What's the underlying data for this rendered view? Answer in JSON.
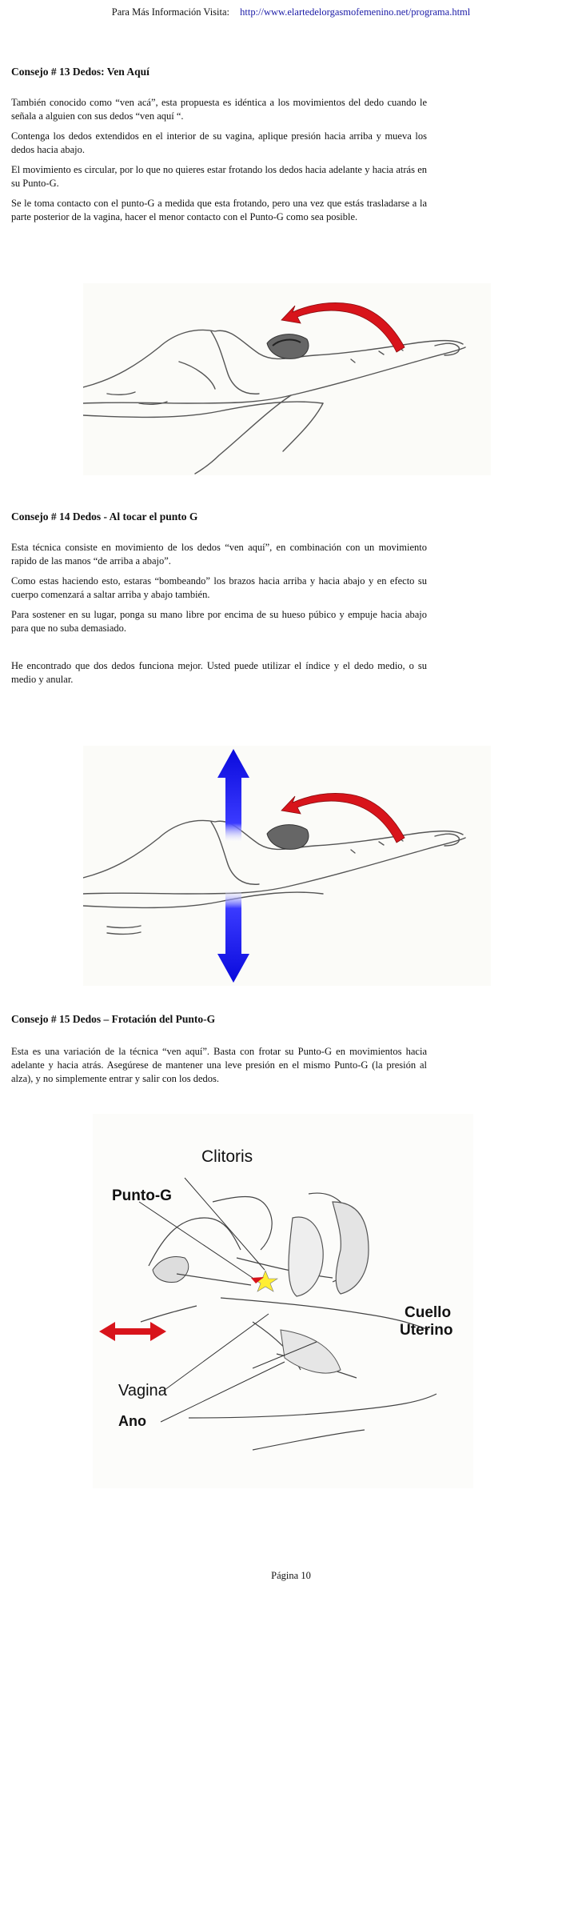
{
  "header": {
    "label": "Para Más Información Visita:",
    "url": "http://www.elartedelorgasmofemenino.net/programa.html"
  },
  "sections": [
    {
      "title": "Consejo # 13  Dedos: Ven Aquí",
      "paragraphs": [
        "También conocido como “ven acá”, esta propuesta es idéntica a los movimientos del dedo cuando le señala a alguien con sus dedos “ven aquí “.",
        "Contenga  los  dedos extendidos en  el  interior de  su vagina,  aplique presión hacia  arriba y mueva los dedos hacia abajo.",
        "El movimiento es circular, por  lo que no quieres estar frotando los  dedos  hacia  adelante y hacia atrás en su Punto-G.",
        "Se le  toma contacto con el  punto-G a  medida  que esta  frotando,  pero  una  vez  que estás trasladarse  a la parte posterior de  la vagina, hacer el  menor  contacto con el  Punto-G como sea posible."
      ]
    },
    {
      "title": "Consejo # 14 Dedos - Al tocar el punto G",
      "paragraphs": [
        "Esta  técnica consiste  en movimiento  de  los  dedos “ven  aquí”,  en  combinación con  un movimiento rapido de las manos “de arriba a abajo”.",
        "Como estas haciendo esto, estaras  “bombeando” los  brazos  hacia  arriba y  hacia  abajo y en efecto su cuerpo comenzará a saltar arriba y abajo también.",
        "Para sostener en su  lugar, ponga su mano libre por  encima  de su hueso  púbico y  empuje hacia abajo para que no suba demasiado.",
        "He  encontrado que dos dedos   funciona  mejor. Usted puede utilizar el  índice y  el  dedo medio, o su medio y anular."
      ]
    },
    {
      "title": "Consejo # 15 Dedos – Frotación del Punto-G",
      "paragraphs": [
        "Esta es una variación de la técnica “ven aquí”. Basta con frotar su Punto-G en movimientos hacia adelante y hacia atrás. Asegúrese de mantener una leve presión en el mismo Punto-G (la presión al alza), y no simplemente entrar y salir con los dedos."
      ]
    }
  ],
  "diagram": {
    "labels": {
      "clitoris": "Clitoris",
      "punto_g": "Punto-G",
      "cuello_1": "Cuello",
      "cuello_2": "Uterino",
      "vagina": "Vagina",
      "ano": "Ano"
    }
  },
  "footer": {
    "page": "Página  10"
  },
  "colors": {
    "arrow_red": "#d8141b",
    "arrow_blue": "#0a0adc",
    "link": "#1a1aa6"
  }
}
